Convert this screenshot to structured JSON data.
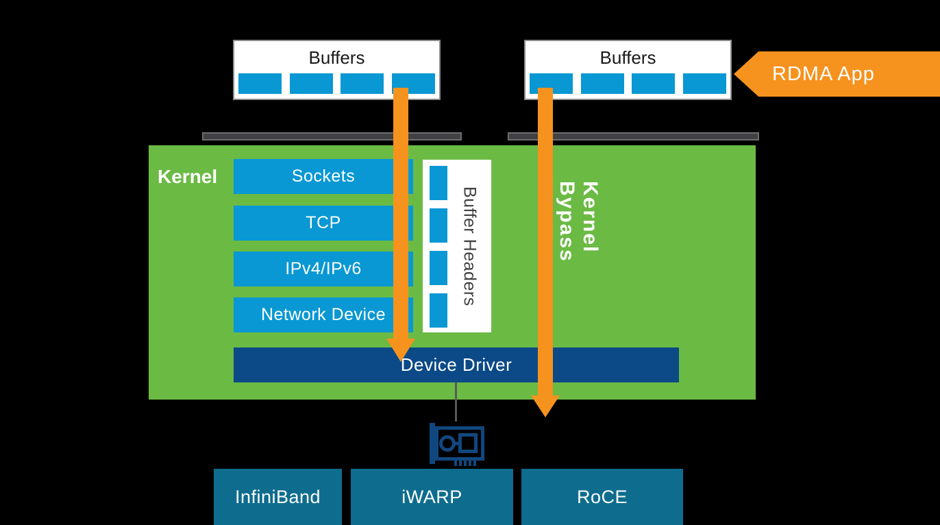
{
  "colors": {
    "blue": "#0998D3",
    "green": "#6BBA44",
    "orange": "#F6921E",
    "navy": "#0C4A87",
    "teal": "#0E6D8E",
    "bar-gray": "#414042",
    "bar-gray-border": "#6D6E71",
    "text-dark": "#414042",
    "white": "#FFFFFF",
    "background": "#000000"
  },
  "app": {
    "label": "RDMA App"
  },
  "user_space": {
    "left_buffers": {
      "title": "Buffers",
      "cell_count": 4
    },
    "right_buffers": {
      "title": "Buffers",
      "cell_count": 4
    }
  },
  "kernel": {
    "label": "Kernel",
    "stack_layers": [
      "Sockets",
      "TCP",
      "IPv4/IPv6",
      "Network Device"
    ],
    "buffer_headers": {
      "label": "Buffer Headers",
      "cell_count": 4
    },
    "bypass_label": "Kernel Bypass",
    "device_driver_label": "Device Driver"
  },
  "hardware": {
    "nic_icon": "network-card-icon",
    "transports": [
      "InfiniBand",
      "iWARP",
      "RoCE"
    ]
  }
}
